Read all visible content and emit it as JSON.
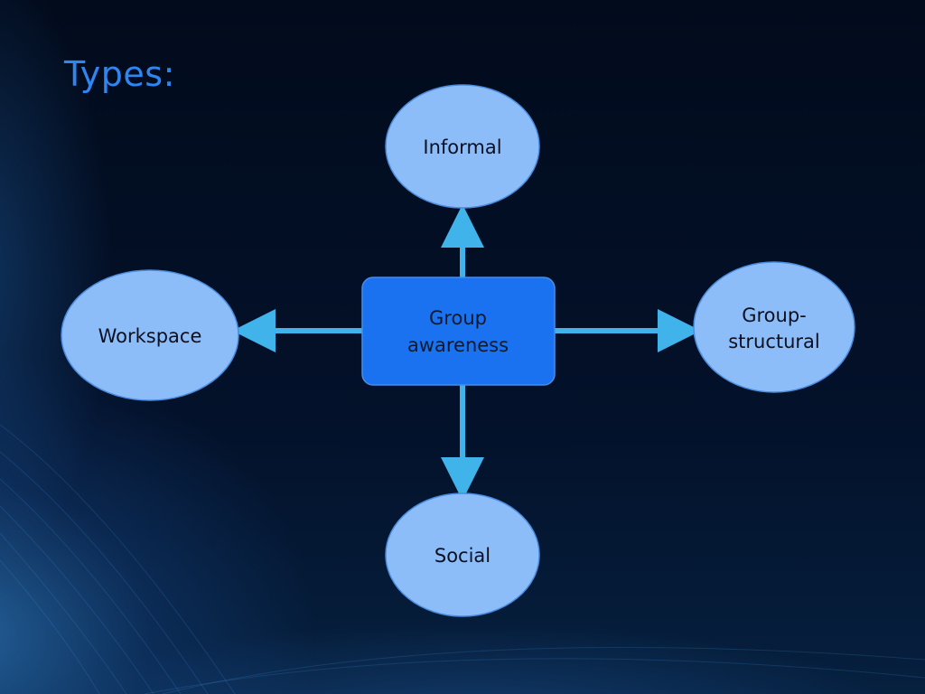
{
  "slide": {
    "title": "Types:"
  },
  "diagram": {
    "center": {
      "line1": "Group",
      "line2": "awareness"
    },
    "nodes": {
      "top": "Informal",
      "left": "Workspace",
      "right_line1": "Group-",
      "right_line2": "structural",
      "bottom": "Social"
    },
    "colors": {
      "center_fill": "#1a72f0",
      "node_fill": "#8dbdf8",
      "node_stroke": "#4a8de0",
      "arrow": "#3fb3ea",
      "title": "#2e86f0"
    }
  }
}
